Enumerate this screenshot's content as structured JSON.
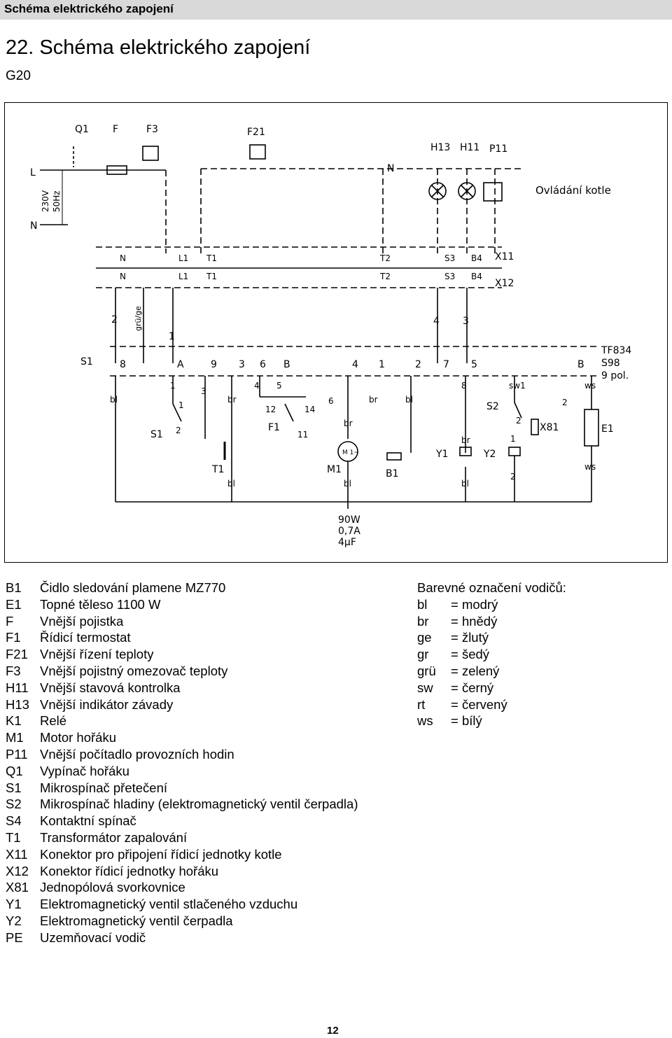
{
  "header": {
    "title": "Schéma elektrického zapojení"
  },
  "section": {
    "title": "22. Schéma elektrického zapojení",
    "subtitle": "G20"
  },
  "diagram": {
    "labels": {
      "q1": "Q1",
      "f": "F",
      "f3": "F3",
      "f21": "F21",
      "h13": "H13",
      "h11": "H11",
      "p11": "P11",
      "l": "L",
      "n_left": "N",
      "n_top": "N",
      "voltage": "230V",
      "freq": "50Hz",
      "ovladani": "Ovládání kotle",
      "x11": "X11",
      "x12": "X12",
      "t_n1": "N",
      "t_l1a": "L1",
      "t_t1a": "T1",
      "t_t2a": "T2",
      "t_s3a": "S3",
      "t_b4a": "B4",
      "t_n2": "N",
      "t_l1b": "L1",
      "t_t1b": "T1",
      "t_t2b": "T2",
      "t_s3b": "S3",
      "t_b4b": "B4",
      "w2": "2",
      "w1": "1",
      "w4": "4",
      "w3": "3",
      "grue": "grü/ge",
      "s1_left": "S1",
      "p8": "8",
      "pA": "A",
      "p9": "9",
      "p3": "3",
      "p6": "6",
      "pB": "B",
      "p4": "4",
      "p1": "1",
      "p2": "2",
      "p7": "7",
      "p5": "5",
      "pB2": "B",
      "tf834": "TF834",
      "s98": "S98",
      "pol": "9 pol.",
      "bl1": "bl",
      "n1": "1",
      "n3": "3",
      "br1": "br",
      "n4": "4",
      "n5": "5",
      "n12": "12",
      "n14": "14",
      "n6": "6",
      "br2": "br",
      "bl2": "bl",
      "n8": "8",
      "sw1": "sw1",
      "ws1": "ws",
      "n2r": "2",
      "s1a": "1",
      "s1b": "2",
      "s1_label": "S1",
      "f1": "F1",
      "n11": "11",
      "br3": "br",
      "s2": "S2",
      "s2_2": "2",
      "x81": "X81",
      "e1": "E1",
      "t1": "T1",
      "m1": "M1",
      "b1": "B1",
      "y1": "Y1",
      "y2": "Y2",
      "br4": "br",
      "n1b": "1",
      "n2b": "2",
      "ws2": "ws",
      "bl3": "bl",
      "bl4": "bl",
      "bl5": "bl",
      "motor": "M 1~",
      "power": "90W",
      "current": "0,7A",
      "cap": "4µF"
    }
  },
  "legend": {
    "items": [
      {
        "code": "B1",
        "text": "Čidlo sledování plamene MZ770"
      },
      {
        "code": "E1",
        "text": "Topné těleso 1100 W"
      },
      {
        "code": "F",
        "text": "Vnější pojistka"
      },
      {
        "code": "F1",
        "text": "Řídicí termostat"
      },
      {
        "code": "F21",
        "text": "Vnější řízení teploty"
      },
      {
        "code": "F3",
        "text": "Vnější pojistný omezovač teploty"
      },
      {
        "code": "H11",
        "text": "Vnější stavová kontrolka"
      },
      {
        "code": "H13",
        "text": "Vnější indikátor závady"
      },
      {
        "code": "K1",
        "text": "Relé"
      },
      {
        "code": "M1",
        "text": "Motor hořáku"
      },
      {
        "code": "P11",
        "text": "Vnější počítadlo provozních hodin"
      },
      {
        "code": "Q1",
        "text": "Vypínač hořáku"
      },
      {
        "code": "S1",
        "text": "Mikrospínač přetečení"
      },
      {
        "code": "S2",
        "text": "Mikrospínač hladiny (elektromagnetický ventil čerpadla)"
      },
      {
        "code": "S4",
        "text": "Kontaktní spínač"
      },
      {
        "code": "T1",
        "text": "Transformátor zapalování"
      },
      {
        "code": "X11",
        "text": "Konektor pro připojení řídicí jednotky kotle"
      },
      {
        "code": "X12",
        "text": "Konektor řídicí jednotky hořáku"
      },
      {
        "code": "X81",
        "text": "Jednopólová svorkovnice"
      },
      {
        "code": "Y1",
        "text": "Elektromagnetický ventil stlačeného vzduchu"
      },
      {
        "code": "Y2",
        "text": "Elektromagnetický ventil čerpadla"
      },
      {
        "code": "PE",
        "text": "Uzemňovací vodič"
      }
    ]
  },
  "colors": {
    "title": "Barevné označení vodičů:",
    "items": [
      {
        "code": "bl",
        "text": "= modrý"
      },
      {
        "code": "br",
        "text": "= hnědý"
      },
      {
        "code": "ge",
        "text": "= žlutý"
      },
      {
        "code": "gr",
        "text": "= šedý"
      },
      {
        "code": "grü",
        "text": "= zelený"
      },
      {
        "code": "sw",
        "text": "= černý"
      },
      {
        "code": "rt",
        "text": "= červený"
      },
      {
        "code": "ws",
        "text": "= bílý"
      }
    ]
  },
  "footer": {
    "page": "12"
  }
}
